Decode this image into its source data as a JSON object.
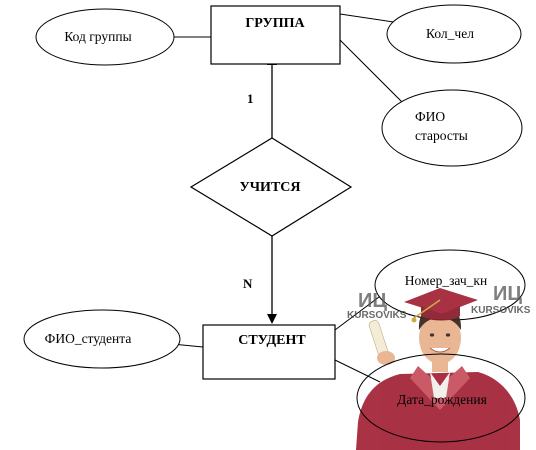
{
  "entities": {
    "group": {
      "label": "ГРУППА"
    },
    "student": {
      "label": "СТУДЕНТ"
    }
  },
  "relationship": {
    "label": "УЧИТСЯ"
  },
  "cardinality": {
    "one": "1",
    "many": "N"
  },
  "attributes": {
    "group_code": "Код группы",
    "group_count": "Кол_чел",
    "headman_line1": "ФИО",
    "headman_line2": "старосты",
    "student_name": "ФИО_студента",
    "record_book": "Номер_зач_кн",
    "birth_date": "Дата_рождения"
  },
  "watermark": {
    "left_big": "ИЦ",
    "left_small": "KURSOVIKS",
    "right_big": "ИЦ",
    "right_small": "KURSOVIKS",
    "colors": {
      "gown": "#a4283a",
      "gown_light": "#c9525f",
      "skin": "#e8b48e"
    }
  }
}
